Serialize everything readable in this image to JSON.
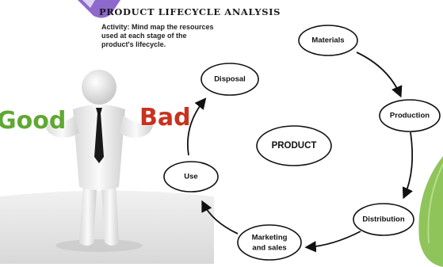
{
  "header": {
    "title": "PRODUCT LIFECYCLE ANALYSIS",
    "activity": "Activity: Mind map the resources used at each stage of the product's lifecycle."
  },
  "illustration": {
    "good_label": "Good",
    "bad_label": "Bad",
    "good_color": "#5fa832",
    "bad_color": "#c8321e",
    "tie_color": "#1a1a1a",
    "figure_color": "#e8e8e8"
  },
  "diagram": {
    "center": "PRODUCT",
    "stages": [
      {
        "id": "materials",
        "lines": [
          "Materials"
        ]
      },
      {
        "id": "production",
        "lines": [
          "Production"
        ]
      },
      {
        "id": "distribution",
        "lines": [
          "Distribution"
        ]
      },
      {
        "id": "marketing",
        "lines": [
          "Marketing",
          "and sales"
        ]
      },
      {
        "id": "use",
        "lines": [
          "Use"
        ]
      },
      {
        "id": "disposal",
        "lines": [
          "Disposal"
        ]
      }
    ]
  },
  "decor": {
    "corner_tag_color": "#7a4fc4",
    "leaf_color": "#8fc45a"
  }
}
